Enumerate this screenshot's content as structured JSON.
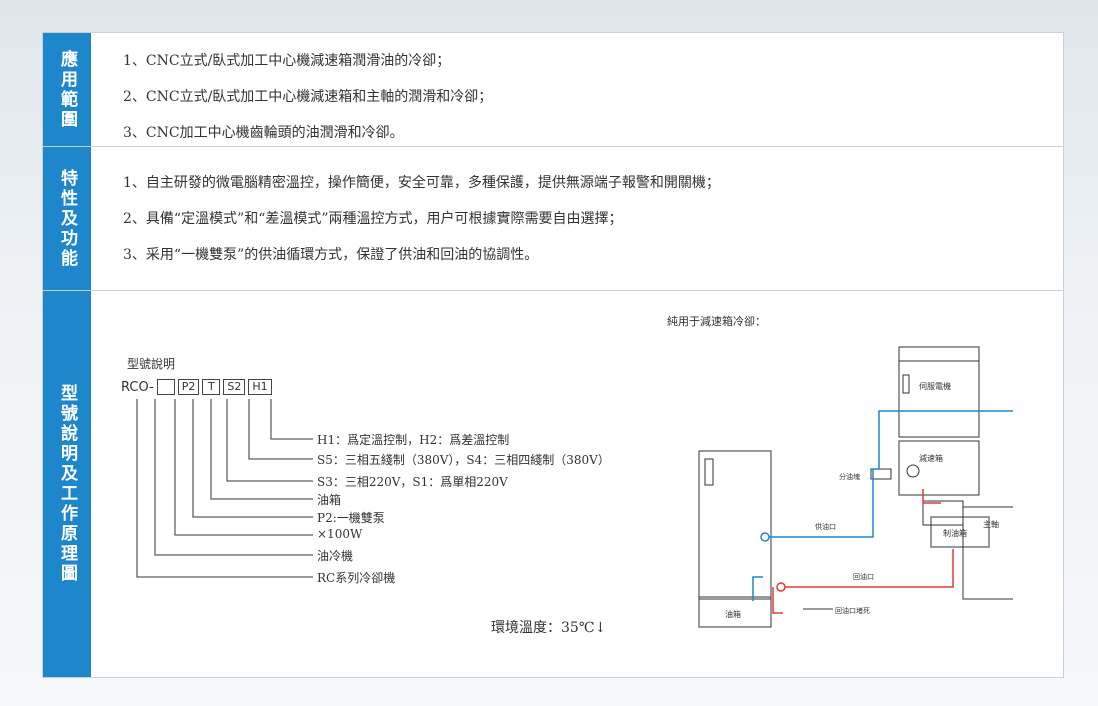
{
  "sections": [
    {
      "heading": "應用範圍",
      "items": [
        "1、CNC立式/臥式加工中心機減速箱潤滑油的冷卻；",
        "2、CNC立式/臥式加工中心機減速箱和主軸的潤滑和冷卻；",
        "3、CNC加工中心機齒輪頭的油潤滑和冷卻。"
      ]
    },
    {
      "heading": "特性及功能",
      "items": [
        "1、自主研發的微電腦精密溫控，操作簡便，安全可靠，多種保護，提供無源端子報警和開關機；",
        "2、具備“定溫模式”和“差溫模式”兩種溫控方式，用户可根據實際需要自由選擇；",
        "3、采用“一機雙泵”的供油循環方式，保證了供油和回油的協調性。"
      ]
    },
    {
      "heading": "型號說明及工作原理圖"
    }
  ],
  "model": {
    "title": "型號說明",
    "prefix": "RCO-",
    "boxes": [
      "",
      "P2",
      "T",
      "S2",
      "H1"
    ],
    "desc": [
      "H1：爲定溫控制，H2：爲差溫控制",
      "S5：三相五綫制（380V），S4：三相四綫制（380V）",
      "S3：三相220V，S1：爲單相220V",
      "油箱",
      "P2:一機雙泵",
      "×100W",
      "油冷機",
      "RC系列冷卻機"
    ],
    "env": "環境溫度：35℃↓"
  },
  "diagram": {
    "note": "純用于減速箱冷卻：",
    "labels": {
      "servo": "伺服電機",
      "gearbox": "減速箱",
      "splitter": "分油塊",
      "supply_port": "供油口",
      "gear_oil": "制油箱",
      "spindle": "主軸",
      "return_port": "回油口",
      "return_port2": "回油口堵死",
      "tank": "油箱"
    },
    "colors": {
      "supply": "#1e87cc",
      "return": "#e53935"
    }
  }
}
